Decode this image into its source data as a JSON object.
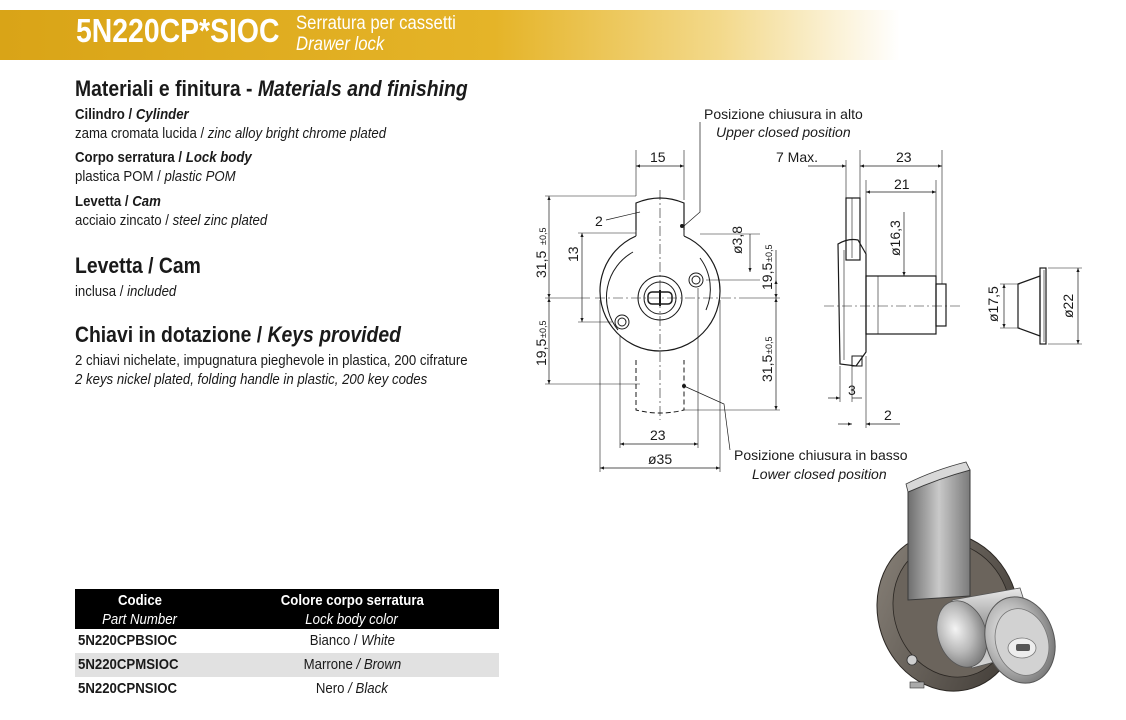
{
  "header": {
    "code": "5N220CP*SIOC",
    "subtitle_it": "Serratura per cassetti",
    "subtitle_en": "Drawer lock"
  },
  "materials": {
    "title_it": "Materiali e finitura - ",
    "title_en": "Materials and finishing",
    "items": [
      {
        "label_it": "Cilindro / ",
        "label_en": "Cylinder",
        "value_it": "zama cromata lucida / ",
        "value_en": "zinc alloy bright chrome plated"
      },
      {
        "label_it": "Corpo serratura / ",
        "label_en": "Lock body",
        "value_it": "plastica POM / ",
        "value_en": "plastic POM"
      },
      {
        "label_it": "Levetta / ",
        "label_en": "Cam",
        "value_it": "acciaio zincato / ",
        "value_en": "steel zinc plated"
      }
    ]
  },
  "cam": {
    "title": "Levetta / Cam",
    "value_it": "inclusa / ",
    "value_en": "included"
  },
  "keys": {
    "title_it": "Chiavi in dotazione / ",
    "title_en": "Keys provided",
    "line_it": "2 chiavi nichelate, impugnatura pieghevole in plastica, 200 cifrature",
    "line_en": "2 keys nickel plated, folding handle in plastic, 200 key codes"
  },
  "table": {
    "col1_it": "Codice",
    "col1_en": "Part Number",
    "col2_it": "Colore corpo serratura",
    "col2_en": "Lock body color",
    "rows": [
      {
        "code": "5N220CPBSIOC",
        "color_it": "Bianco / ",
        "color_en": "White"
      },
      {
        "code": "5N220CPMSIOC",
        "color_it": "Marrone ",
        "color_en": "/ Brown"
      },
      {
        "code": "5N220CPNSIOC",
        "color_it": "Nero ",
        "color_en": "/ Black"
      }
    ]
  },
  "drawing": {
    "upper_it": "Posizione chiusura in alto",
    "upper_en": "Upper closed position",
    "lower_it": "Posizione chiusura in basso",
    "lower_en": "Lower closed position",
    "dims": {
      "d15": "15",
      "d2_top": "2",
      "d3_8": "ø3,8",
      "d31_5_top": "31,5",
      "d13": "13",
      "d19_5_right": "19,5",
      "d19_5_left": "19,5",
      "d31_5_right": "31,5",
      "d23_bottom": "23",
      "d35": "ø35",
      "tol": "±0,5",
      "d7max": "7  Max.",
      "d23_side": "23",
      "d21": "21",
      "d16_3": "ø16,3",
      "d3": "3",
      "d2_side": "2",
      "d17_5": "ø17,5",
      "d22": "ø22"
    }
  }
}
